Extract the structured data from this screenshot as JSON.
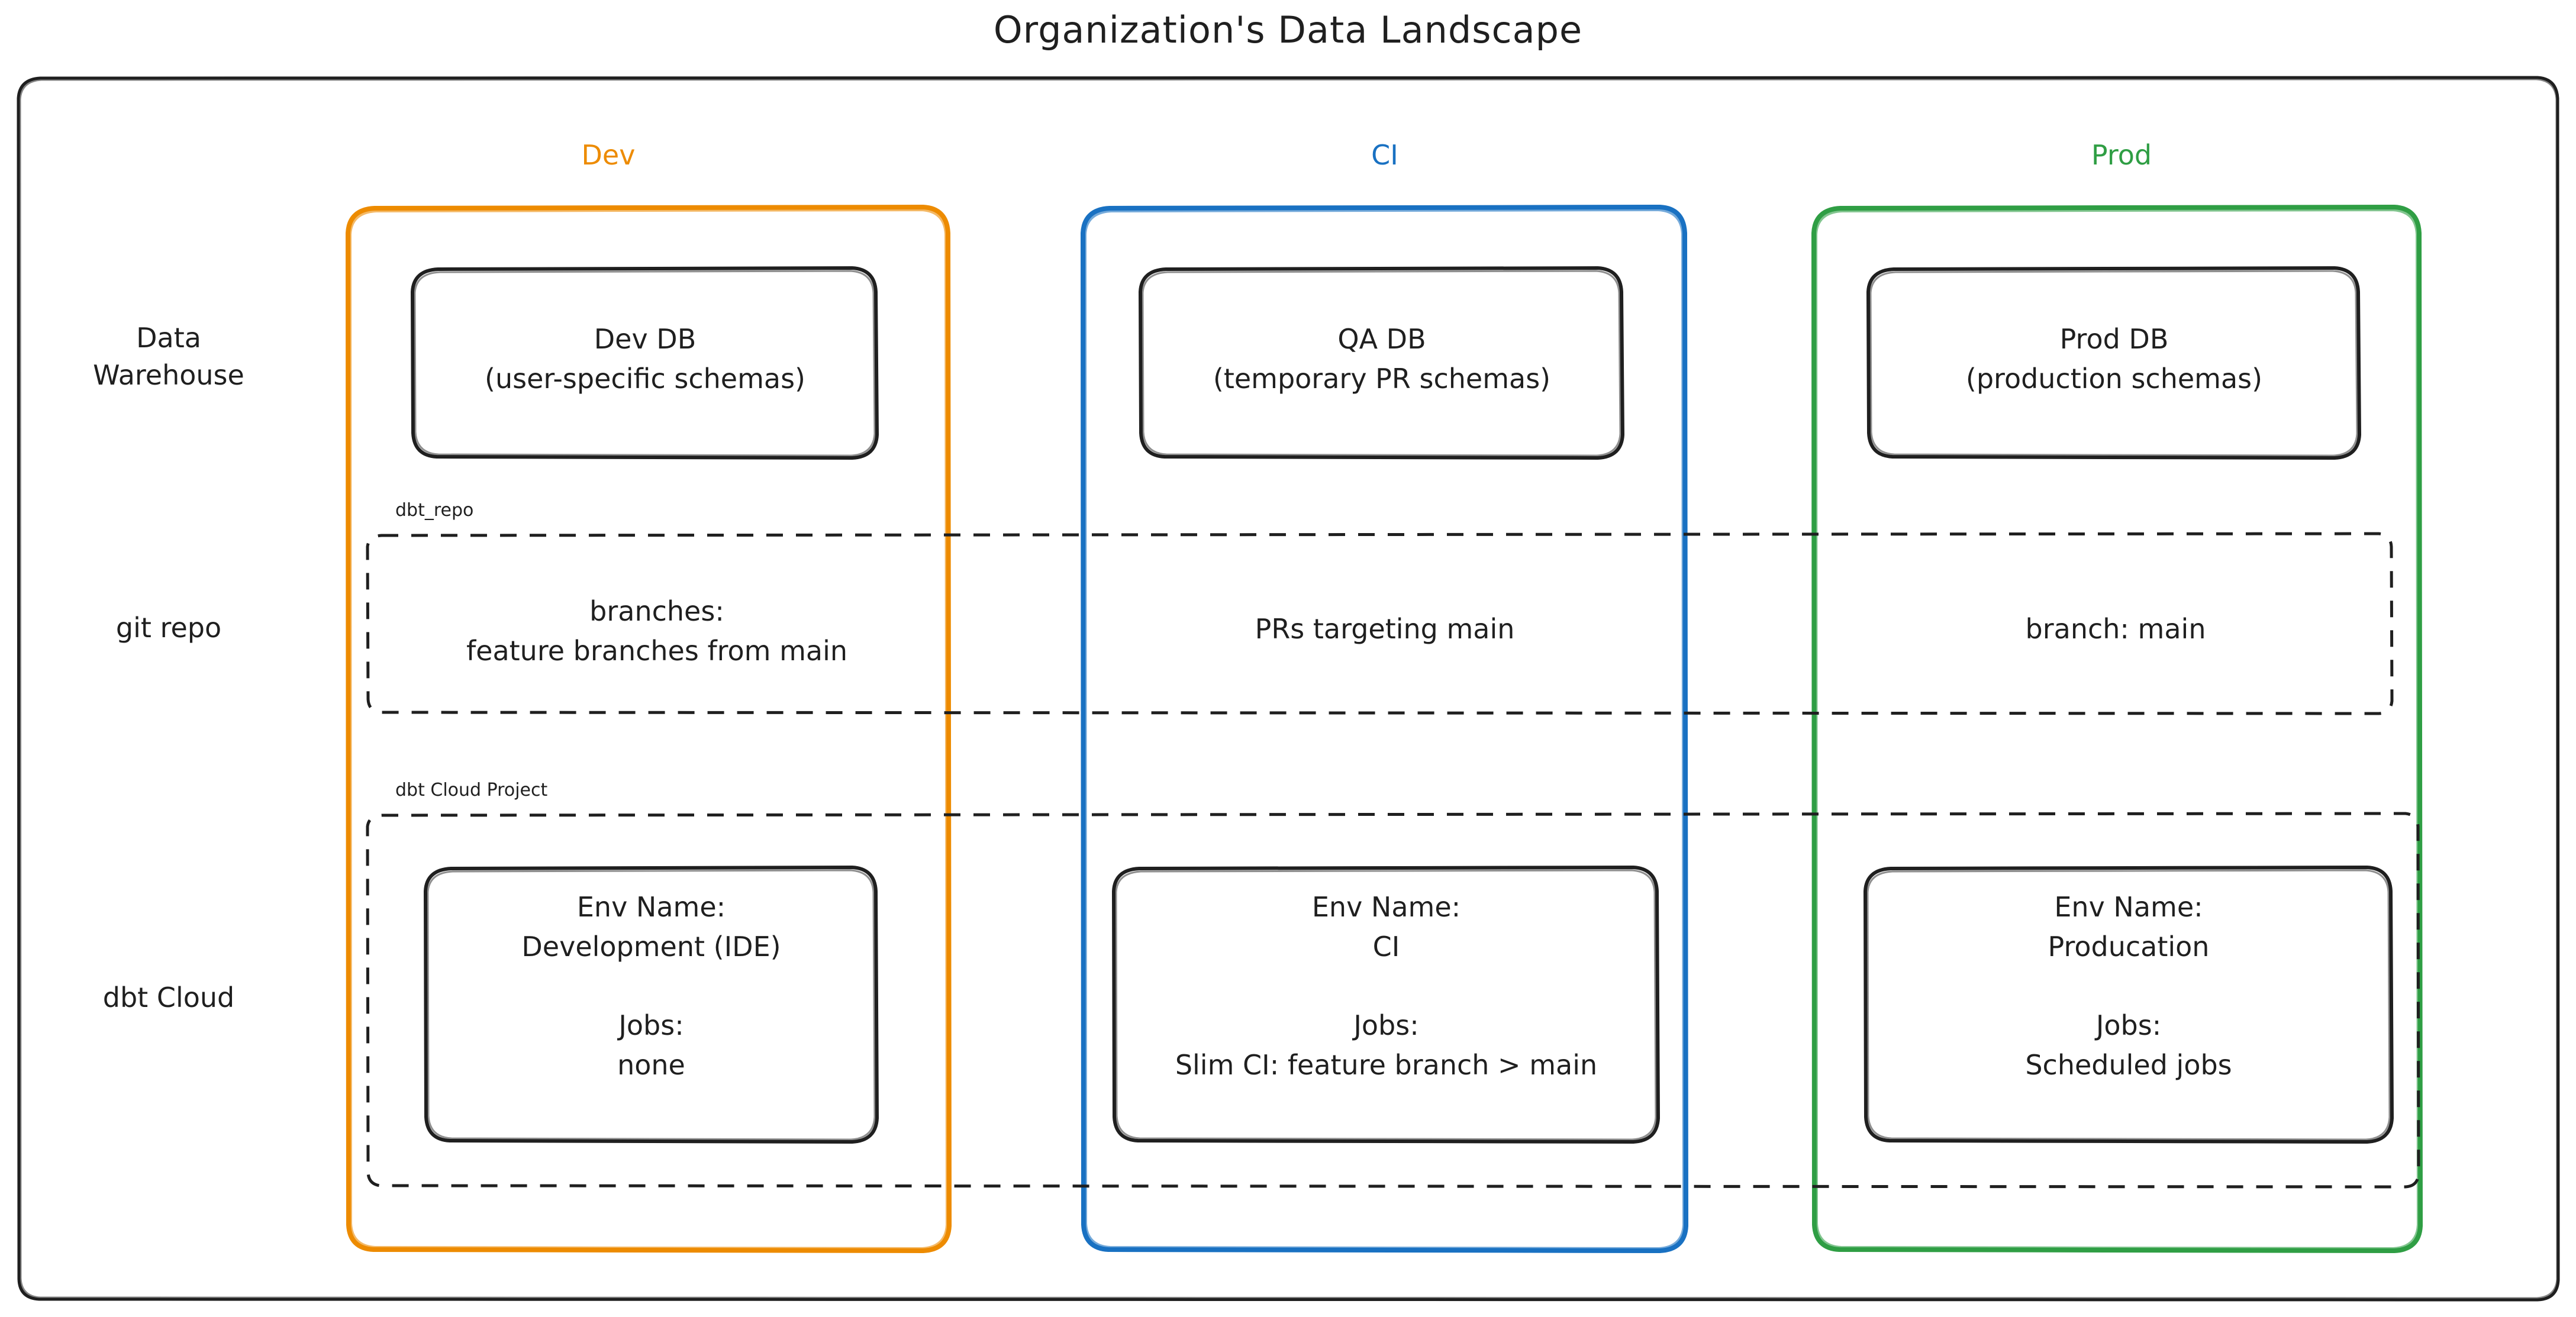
{
  "diagram": {
    "title": "Organization's Data Landscape",
    "type": "architecture-diagram",
    "style": "hand-drawn"
  },
  "colors": {
    "dev": "#ED8B00",
    "ci": "#1971C2",
    "prod": "#2F9E44",
    "node_stroke": "#1f1f1f",
    "text": "#1f1f1f",
    "background": "#ffffff"
  },
  "environments": [
    {
      "key": "dev",
      "label": "Dev",
      "color": "#ED8B00"
    },
    {
      "key": "ci",
      "label": "CI",
      "color": "#1971C2"
    },
    {
      "key": "prod",
      "label": "Prod",
      "color": "#2F9E44"
    }
  ],
  "row_labels": [
    {
      "key": "data-warehouse",
      "label": "Data\nWarehouse"
    },
    {
      "key": "git-repo",
      "label": "git repo"
    },
    {
      "key": "dbt-cloud",
      "label": "dbt Cloud"
    }
  ],
  "clusters": [
    {
      "key": "dbt-repo",
      "label": "dbt_repo"
    },
    {
      "key": "dbt-cloud-project",
      "label": "dbt Cloud Project"
    }
  ],
  "nodes": {
    "warehouse": {
      "dev": "Dev DB\n(user-specific schemas)",
      "ci": "QA DB\n(temporary PR schemas)",
      "prod": "Prod DB\n(production schemas)"
    },
    "git": {
      "dev": "branches:\nfeature branches from main",
      "ci": "PRs targeting main",
      "prod": "branch: main"
    },
    "dbtcloud": {
      "dev": "Env Name:\nDevelopment (IDE)\n\nJobs:\nnone",
      "ci": "Env Name:\nCI\n\nJobs:\nSlim CI: feature branch > main",
      "prod": "Env Name:\nProducation\n\nJobs:\nScheduled jobs"
    }
  }
}
